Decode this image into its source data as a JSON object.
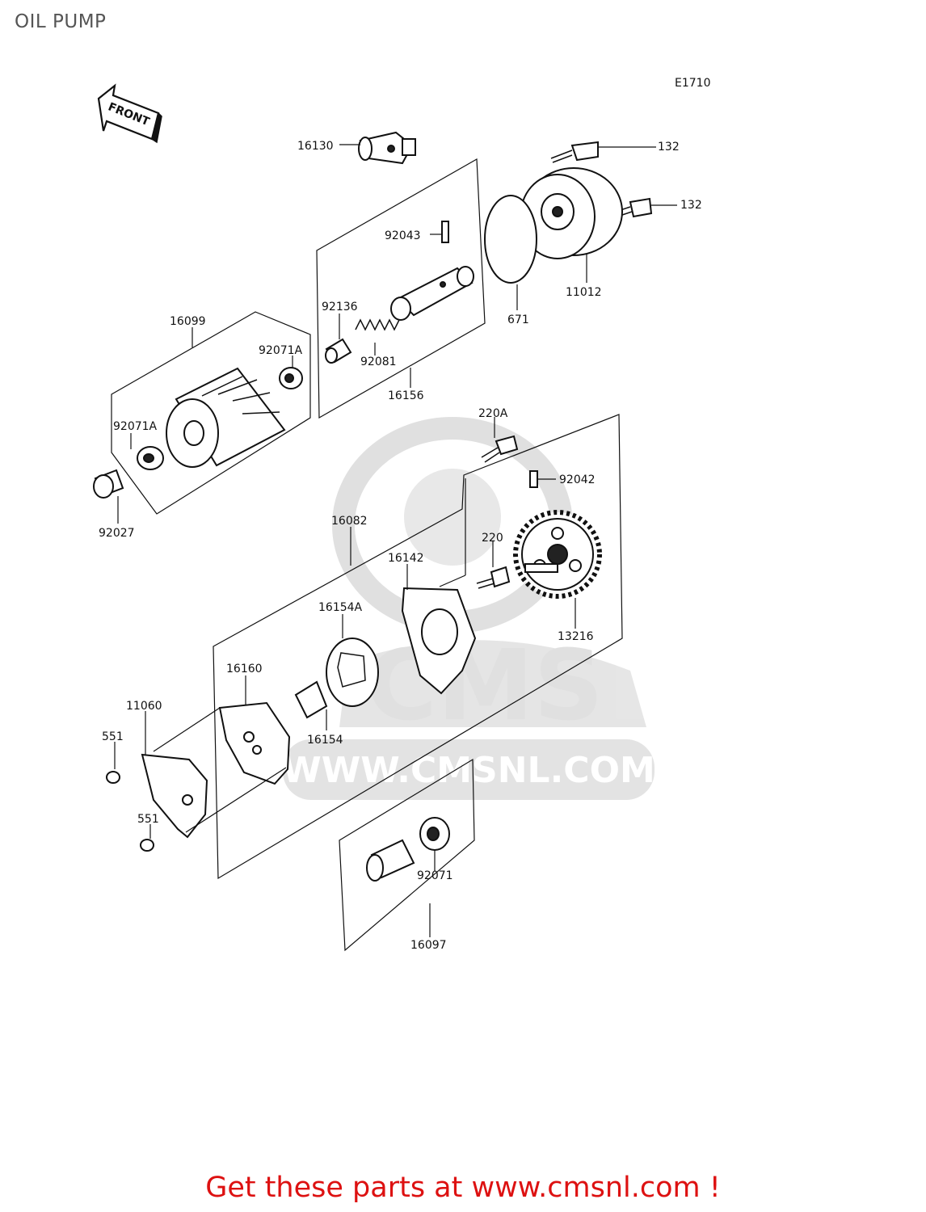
{
  "title": "OIL PUMP",
  "diagram_code": "E1710",
  "front_label": "FRONT",
  "watermark": {
    "text": "CMS",
    "url": "WWW.CMSNL.COM"
  },
  "footer_text": "Get these parts at www.cmsnl.com !",
  "colors": {
    "footer": "#dd1111",
    "watermark": "#dddddd",
    "line": "#111111"
  },
  "parts": {
    "p16130": "16130",
    "p132a": "132",
    "p132b": "132",
    "p92043": "92043",
    "p11012": "11012",
    "p671": "671",
    "p16099": "16099",
    "p92136": "92136",
    "p92071A_top": "92071A",
    "p92081": "92081",
    "p16156": "16156",
    "p92071A_left": "92071A",
    "p220A": "220A",
    "p92042": "92042",
    "p92027": "92027",
    "p16082": "16082",
    "p220": "220",
    "p16142": "16142",
    "p16154A": "16154A",
    "p13216": "13216",
    "p16160": "16160",
    "p11060": "11060",
    "p551a": "551",
    "p16154": "16154",
    "p551b": "551",
    "p92071": "92071",
    "p16097": "16097"
  }
}
